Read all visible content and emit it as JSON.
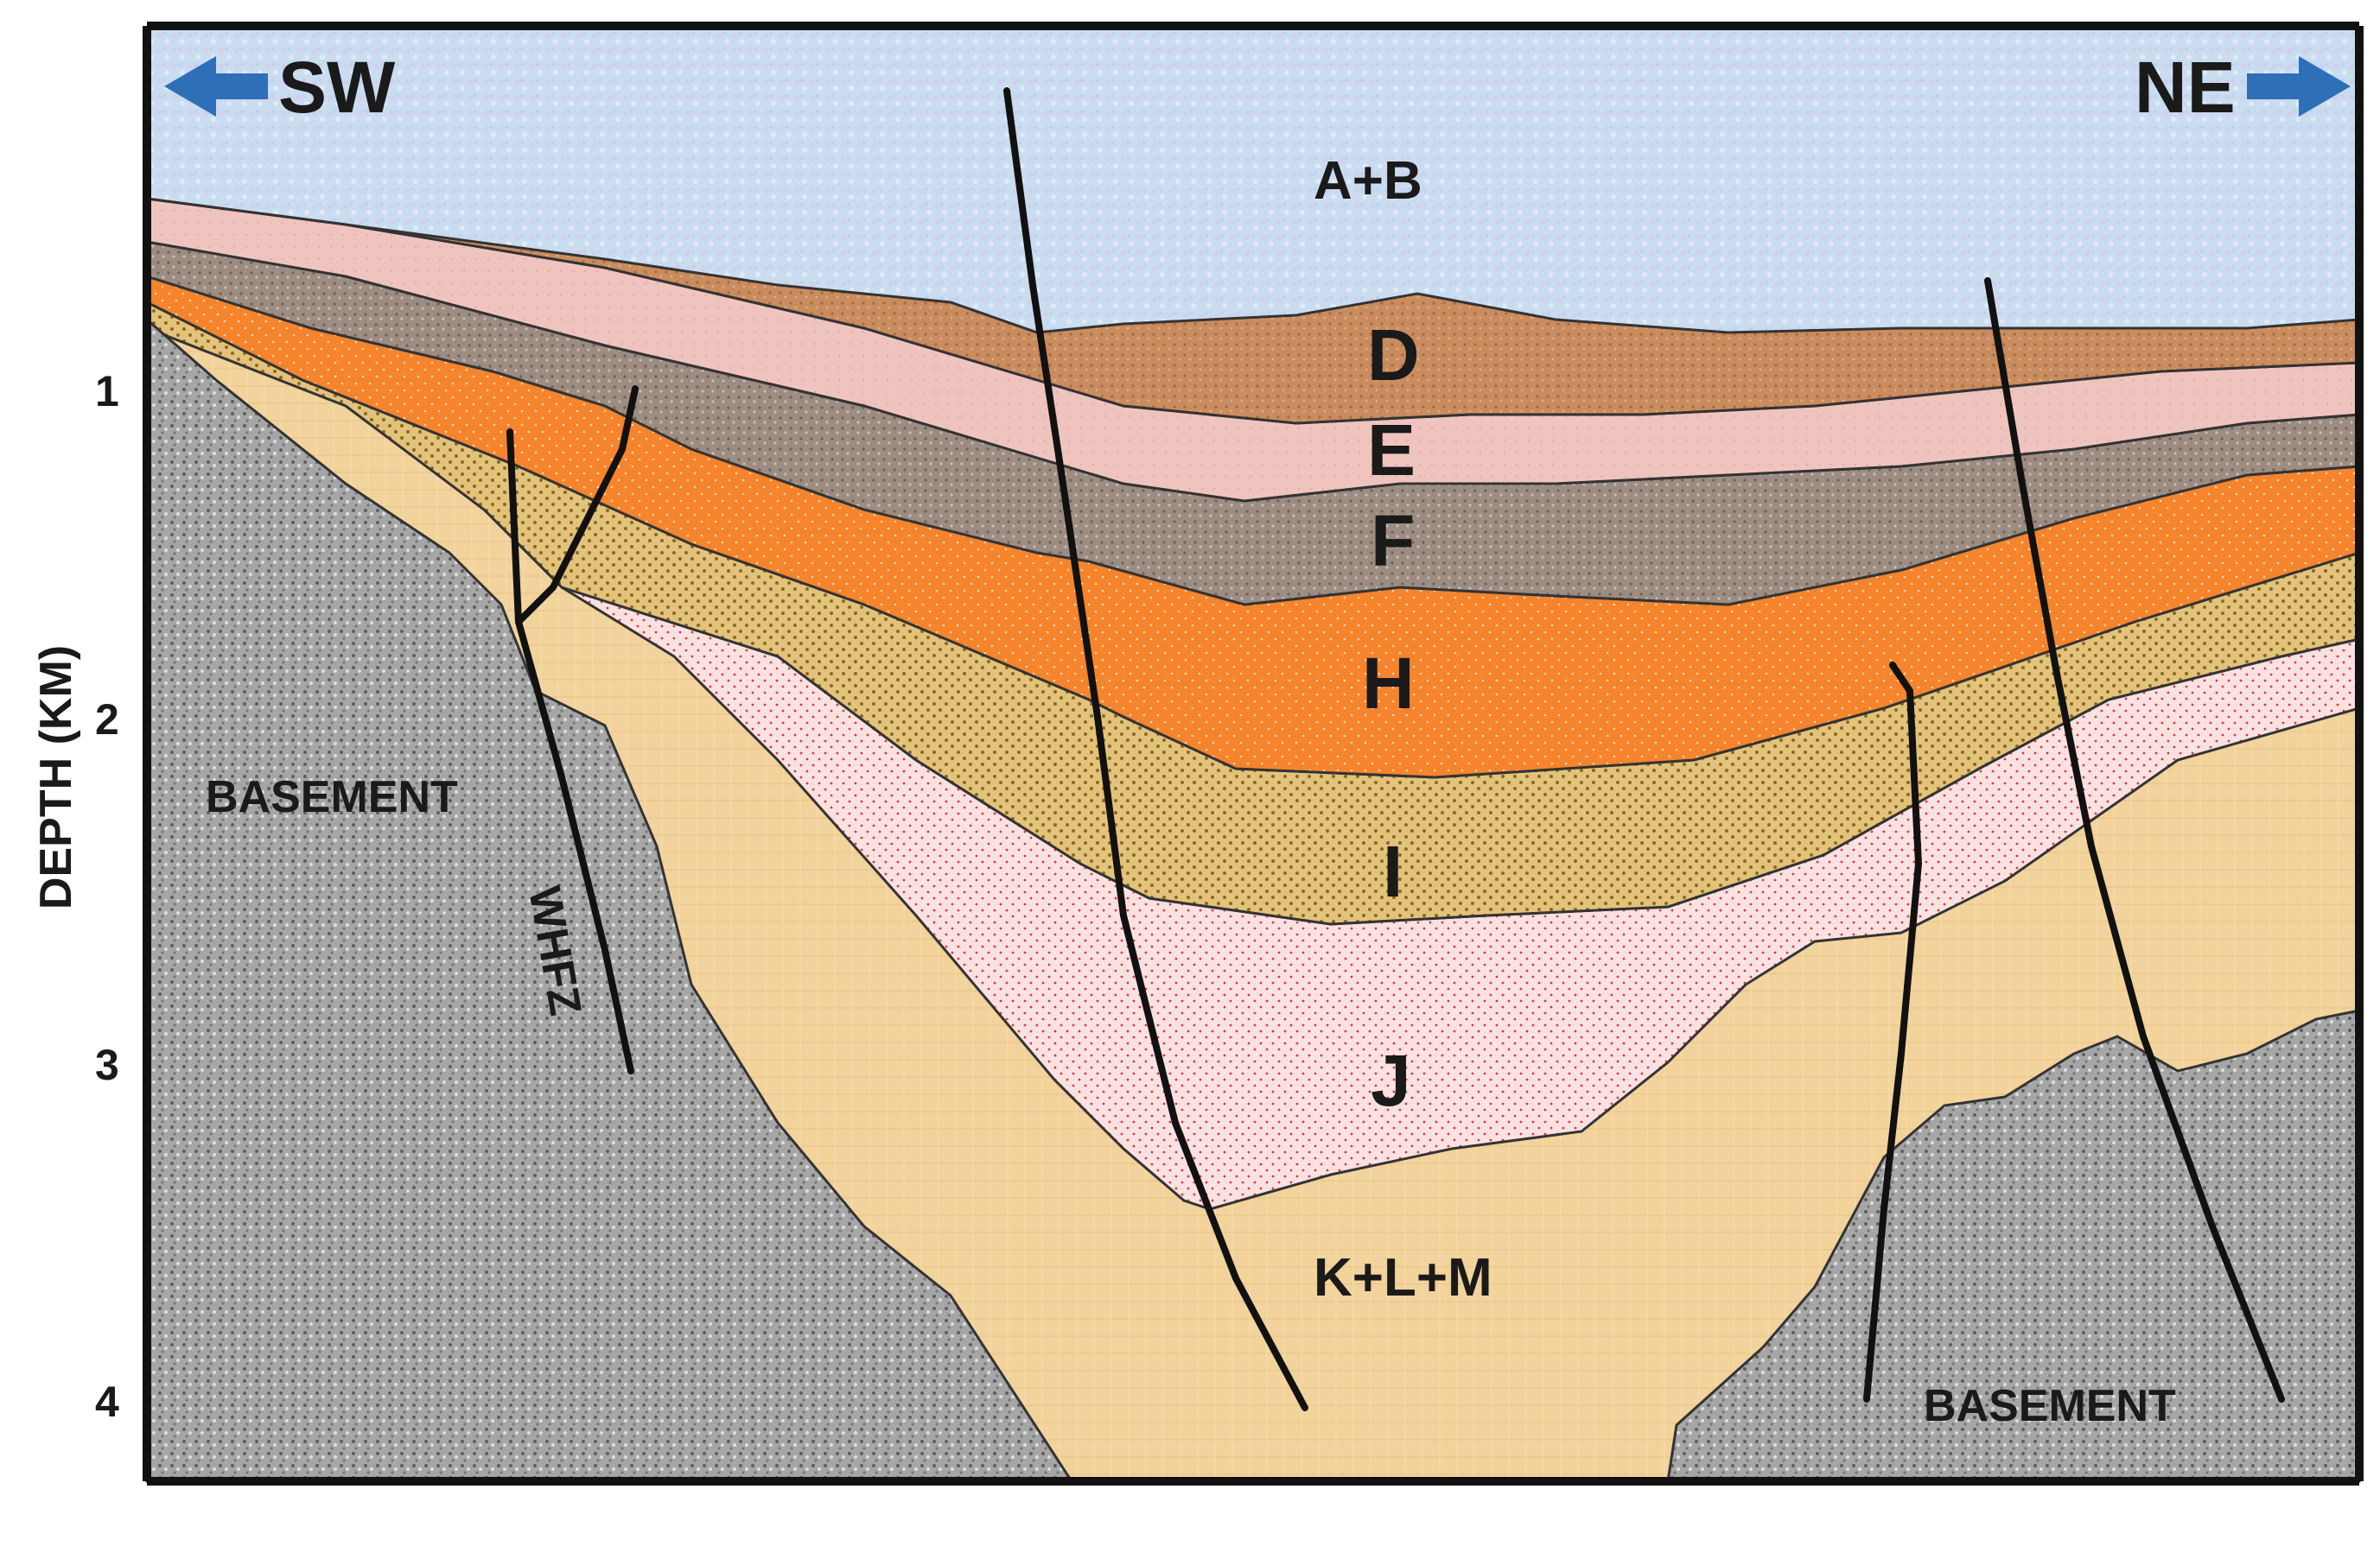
{
  "directions": {
    "left": "SW",
    "right": "NE"
  },
  "axis": {
    "label": "DEPTH (KM)",
    "ticks": [
      "1",
      "2",
      "3",
      "4"
    ]
  },
  "units": {
    "ab": "A+B",
    "d": "D",
    "e": "E",
    "f": "F",
    "h": "H",
    "i": "I",
    "j": "J",
    "klm": "K+L+M"
  },
  "basement": {
    "left": "BASEMENT",
    "right": "BASEMENT"
  },
  "fault_zone": "WHFZ",
  "colors": {
    "water": "#c9dcf0",
    "d": "#c98c5e",
    "e": "#f0c4be",
    "f": "#9c8c82",
    "h": "#f5842c",
    "i": "#e3c37b",
    "j": "#fbe2e2",
    "klm": "#f2d39c",
    "basement": "#a6a6a6",
    "arrow": "#2f6fb8"
  }
}
